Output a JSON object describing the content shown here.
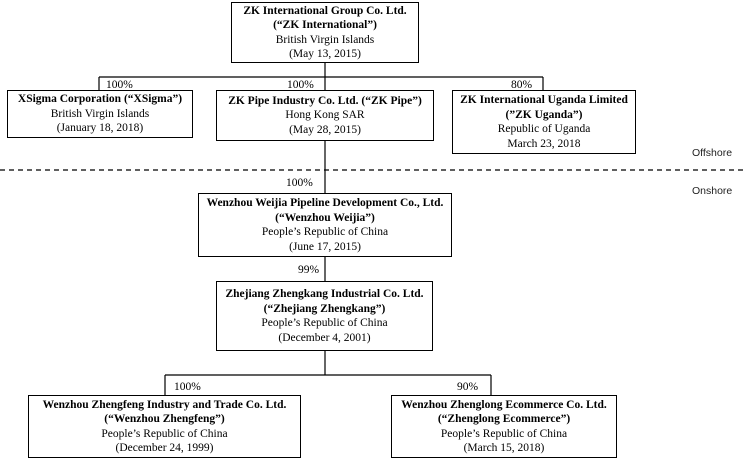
{
  "entities": {
    "zk_international": {
      "name": "ZK International Group Co. Ltd.",
      "short": "(“ZK International”)",
      "location": "British Virgin Islands",
      "date": "(May 13, 2015)"
    },
    "xsigma": {
      "name": "XSigma Corporation (“XSigma”)",
      "location": "British Virgin Islands",
      "date": "(January 18, 2018)"
    },
    "zk_pipe": {
      "name": "ZK Pipe Industry Co. Ltd. (“ZK Pipe”)",
      "location": "Hong Kong SAR",
      "date": "(May 28, 2015)"
    },
    "zk_uganda": {
      "name": "ZK International Uganda Limited",
      "short": "(”ZK Uganda”)",
      "location": "Republic of Uganda",
      "date": "March 23, 2018"
    },
    "wenzhou_weijia": {
      "name": "Wenzhou Weijia Pipeline Development Co., Ltd.",
      "short": "(“Wenzhou Weijia”)",
      "location": "People’s Republic of China",
      "date": "(June 17, 2015)"
    },
    "zhejiang_zhengkang": {
      "name": "Zhejiang Zhengkang Industrial Co. Ltd.",
      "short": "(“Zhejiang Zhengkang”)",
      "location": "People’s Republic of China",
      "date": "(December 4, 2001)"
    },
    "wenzhou_zhengfeng": {
      "name": "Wenzhou Zhengfeng Industry and Trade Co. Ltd.",
      "short": "(“Wenzhou Zhengfeng”)",
      "location": "People’s Republic of China",
      "date": "(December 24, 1999)"
    },
    "wenzhou_zhenglong": {
      "name": "Wenzhou Zhenglong Ecommerce Co. Ltd.",
      "short": "(“Zhenglong Ecommerce”)",
      "location": "People’s Republic of China",
      "date": "(March 15, 2018)"
    }
  },
  "ownership": {
    "xsigma": "100%",
    "zk_pipe": "100%",
    "zk_uganda": "80%",
    "wenzhou_weijia": "100%",
    "zhejiang_zhengkang": "99%",
    "wenzhou_zhengfeng": "100%",
    "wenzhou_zhenglong": "90%"
  },
  "regions": {
    "offshore": "Offshore",
    "onshore": "Onshore"
  }
}
